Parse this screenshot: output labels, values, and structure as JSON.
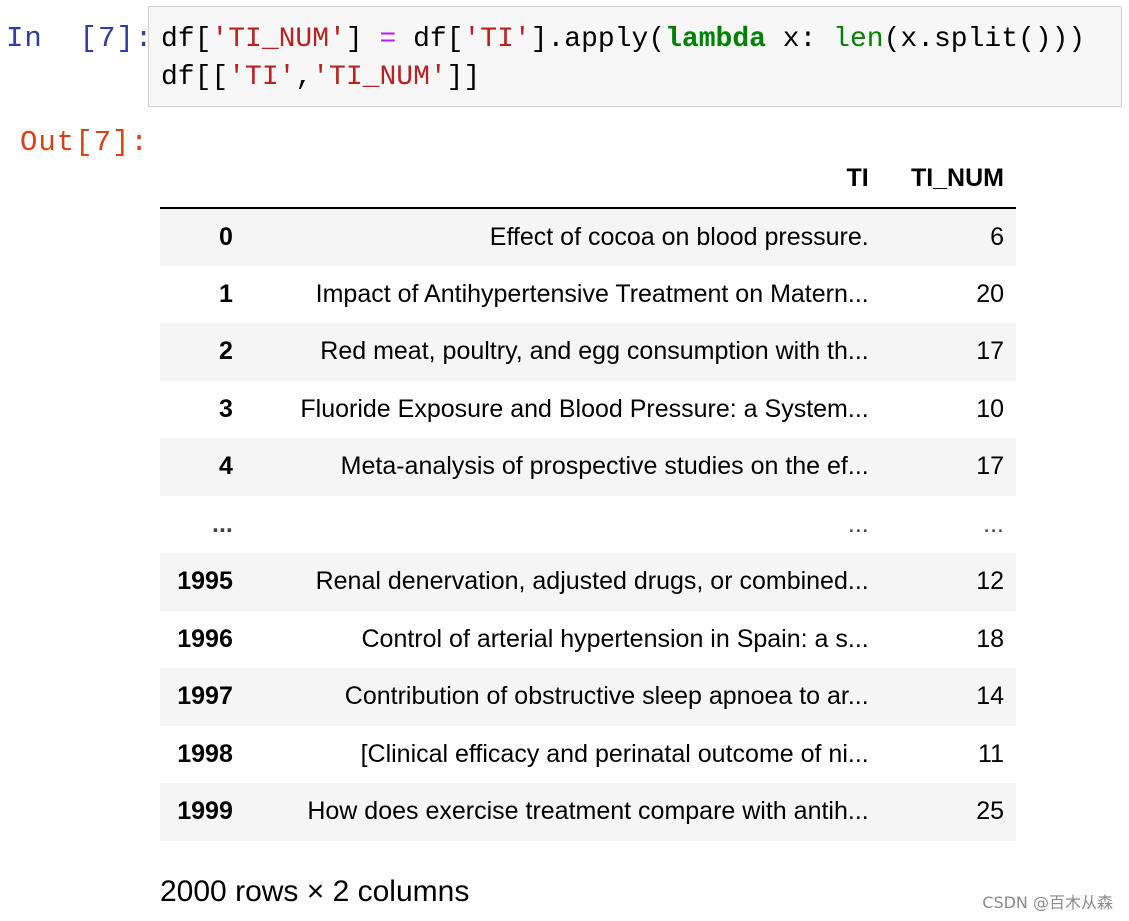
{
  "cell": {
    "in_prompt": "In  [7]:",
    "out_prompt": "Out[7]:",
    "code_lines": [
      [
        {
          "t": "df[",
          "c": "plain"
        },
        {
          "t": "'TI_NUM'",
          "c": "str"
        },
        {
          "t": "] ",
          "c": "plain"
        },
        {
          "t": "=",
          "c": "op"
        },
        {
          "t": " df[",
          "c": "plain"
        },
        {
          "t": "'TI'",
          "c": "str"
        },
        {
          "t": "].apply(",
          "c": "plain"
        },
        {
          "t": "lambda",
          "c": "kw"
        },
        {
          "t": " x: ",
          "c": "plain"
        },
        {
          "t": "len",
          "c": "bi"
        },
        {
          "t": "(x.split()))",
          "c": "plain"
        }
      ],
      [
        {
          "t": "df[[",
          "c": "plain"
        },
        {
          "t": "'TI'",
          "c": "str"
        },
        {
          "t": ",",
          "c": "plain"
        },
        {
          "t": "'TI_NUM'",
          "c": "str"
        },
        {
          "t": "]]",
          "c": "plain"
        }
      ]
    ]
  },
  "table": {
    "columns": [
      "TI",
      "TI_NUM"
    ],
    "rows": [
      {
        "index": "0",
        "ti": "Effect of cocoa on blood pressure.",
        "num": "6"
      },
      {
        "index": "1",
        "ti": "Impact of Antihypertensive Treatment on Matern...",
        "num": "20"
      },
      {
        "index": "2",
        "ti": "Red meat, poultry, and egg consumption with th...",
        "num": "17"
      },
      {
        "index": "3",
        "ti": "Fluoride Exposure and Blood Pressure: a System...",
        "num": "10"
      },
      {
        "index": "4",
        "ti": "Meta-analysis of prospective studies on the ef...",
        "num": "17"
      },
      {
        "index": "...",
        "ti": "...",
        "num": "..."
      },
      {
        "index": "1995",
        "ti": "Renal denervation, adjusted drugs, or combined...",
        "num": "12"
      },
      {
        "index": "1996",
        "ti": "Control of arterial hypertension in Spain: a s...",
        "num": "18"
      },
      {
        "index": "1997",
        "ti": "Contribution of obstructive sleep apnoea to ar...",
        "num": "14"
      },
      {
        "index": "1998",
        "ti": "[Clinical efficacy and perinatal outcome of ni...",
        "num": "11"
      },
      {
        "index": "1999",
        "ti": "How does exercise treatment compare with antih...",
        "num": "25"
      }
    ],
    "shape_text": "2000 rows × 2 columns"
  },
  "watermark": "CSDN @百木从森",
  "colors": {
    "in_prompt": "#303f9f",
    "out_prompt": "#d84315",
    "string": "#ba2121",
    "keyword": "#008000",
    "operator": "#aa22ff",
    "stripe": "#f5f5f5"
  }
}
